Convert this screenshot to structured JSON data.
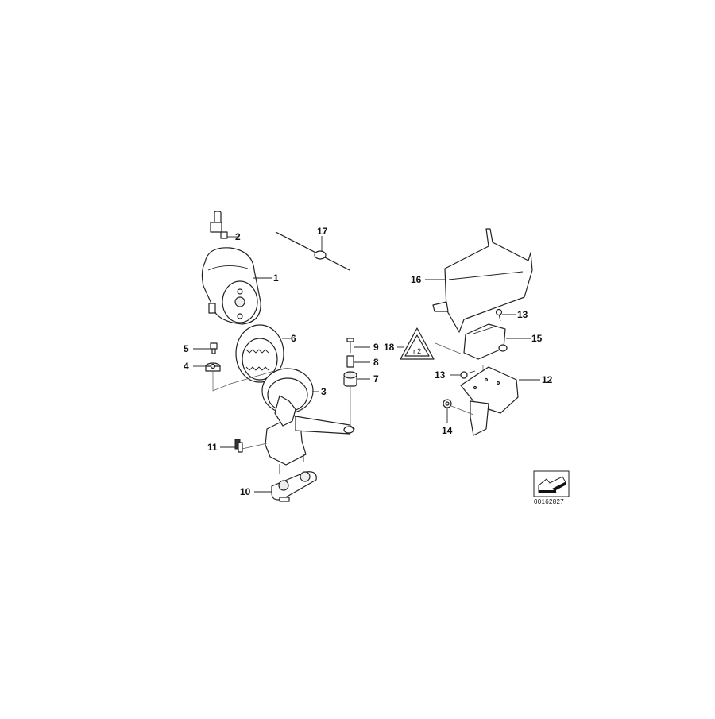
{
  "diagram": {
    "type": "exploded-parts-diagram",
    "catalog_number": "00162827",
    "callouts": [
      {
        "id": "1",
        "label": "1"
      },
      {
        "id": "2",
        "label": "2"
      },
      {
        "id": "3",
        "label": "3"
      },
      {
        "id": "4",
        "label": "4"
      },
      {
        "id": "5",
        "label": "5"
      },
      {
        "id": "6",
        "label": "6"
      },
      {
        "id": "7",
        "label": "7"
      },
      {
        "id": "8",
        "label": "8"
      },
      {
        "id": "9",
        "label": "9"
      },
      {
        "id": "10",
        "label": "10"
      },
      {
        "id": "11",
        "label": "11"
      },
      {
        "id": "12",
        "label": "12"
      },
      {
        "id": "13a",
        "label": "13"
      },
      {
        "id": "13b",
        "label": "13"
      },
      {
        "id": "14",
        "label": "14"
      },
      {
        "id": "15",
        "label": "15"
      },
      {
        "id": "16",
        "label": "16"
      },
      {
        "id": "17",
        "label": "17"
      },
      {
        "id": "18",
        "label": "18"
      }
    ],
    "nav_icon": "arrow-navigation-icon"
  }
}
